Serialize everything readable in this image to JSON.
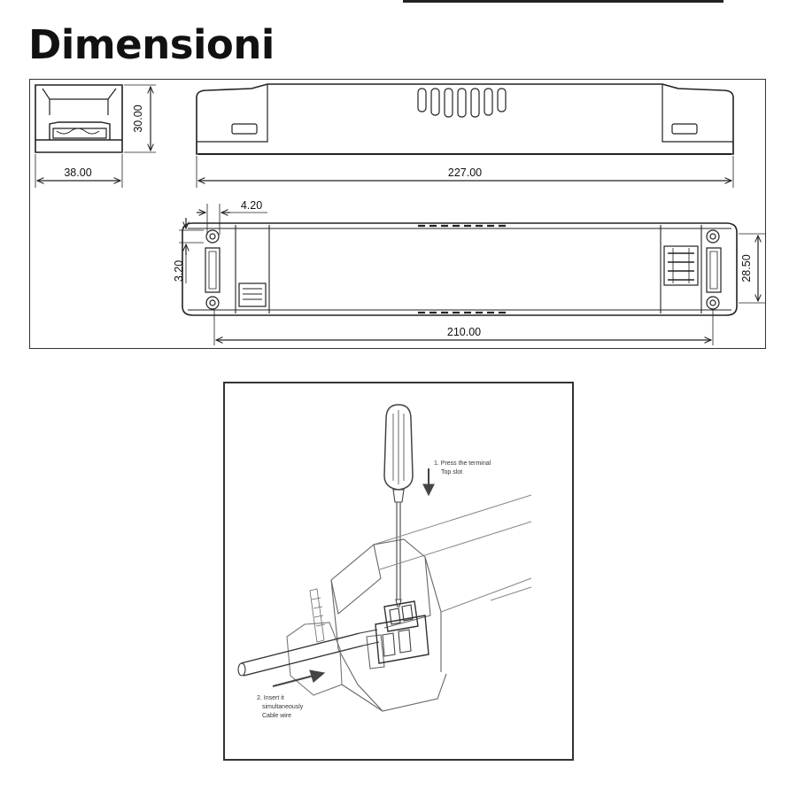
{
  "title": "Dimensioni",
  "dimensions": {
    "width_front": "38.00",
    "height_front": "30.00",
    "length_total": "227.00",
    "terminal_offset": "4.20",
    "side_offset": "3.20",
    "mount_distance": "210.00",
    "depth": "28.50"
  },
  "instructions": {
    "step1_line1": "1. Press the terminal",
    "step1_line2": "Top slot",
    "step2_line1": "2. Insert it",
    "step2_line2": "simultaneously",
    "step2_line3": "Cable wire"
  },
  "colors": {
    "line": "#222222",
    "background": "#ffffff"
  }
}
